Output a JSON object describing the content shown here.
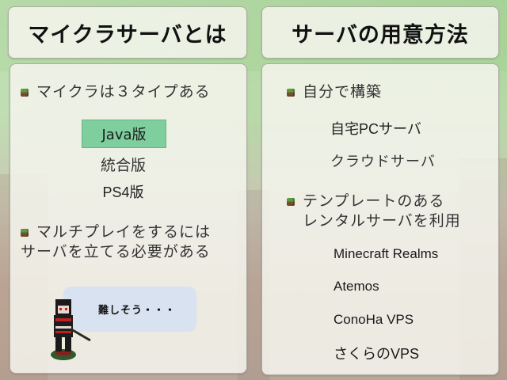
{
  "left": {
    "title": "マイクラサーバとは",
    "bullets": [
      {
        "text": "マイクラは３タイプある"
      },
      {
        "line1": "マルチプレイをするには",
        "line2": "サーバを立てる必要がある"
      }
    ],
    "editions": [
      "Java版",
      "統合版",
      "PS4版"
    ],
    "highlighted_edition_color": "#7fcf9e",
    "speech_bubble": "難しそう・・・",
    "character": "minecraft-character-figure"
  },
  "right": {
    "title": "サーバの用意方法",
    "bullets": [
      {
        "text": "自分で構築",
        "subitems": [
          "自宅PCサーバ",
          "クラウドサーバ"
        ]
      },
      {
        "line1": "テンプレートのある",
        "line2": "レンタルサーバを利用",
        "subitems": [
          "Minecraft Realms",
          "Atemos",
          "ConoHa VPS",
          "さくらのVPS"
        ]
      }
    ]
  },
  "colors": {
    "panel_bg": "#f5f4ee",
    "speech_bg": "#d8e2f1",
    "bg_top": "#a9d39a",
    "bg_bottom": "#b9a79a"
  }
}
